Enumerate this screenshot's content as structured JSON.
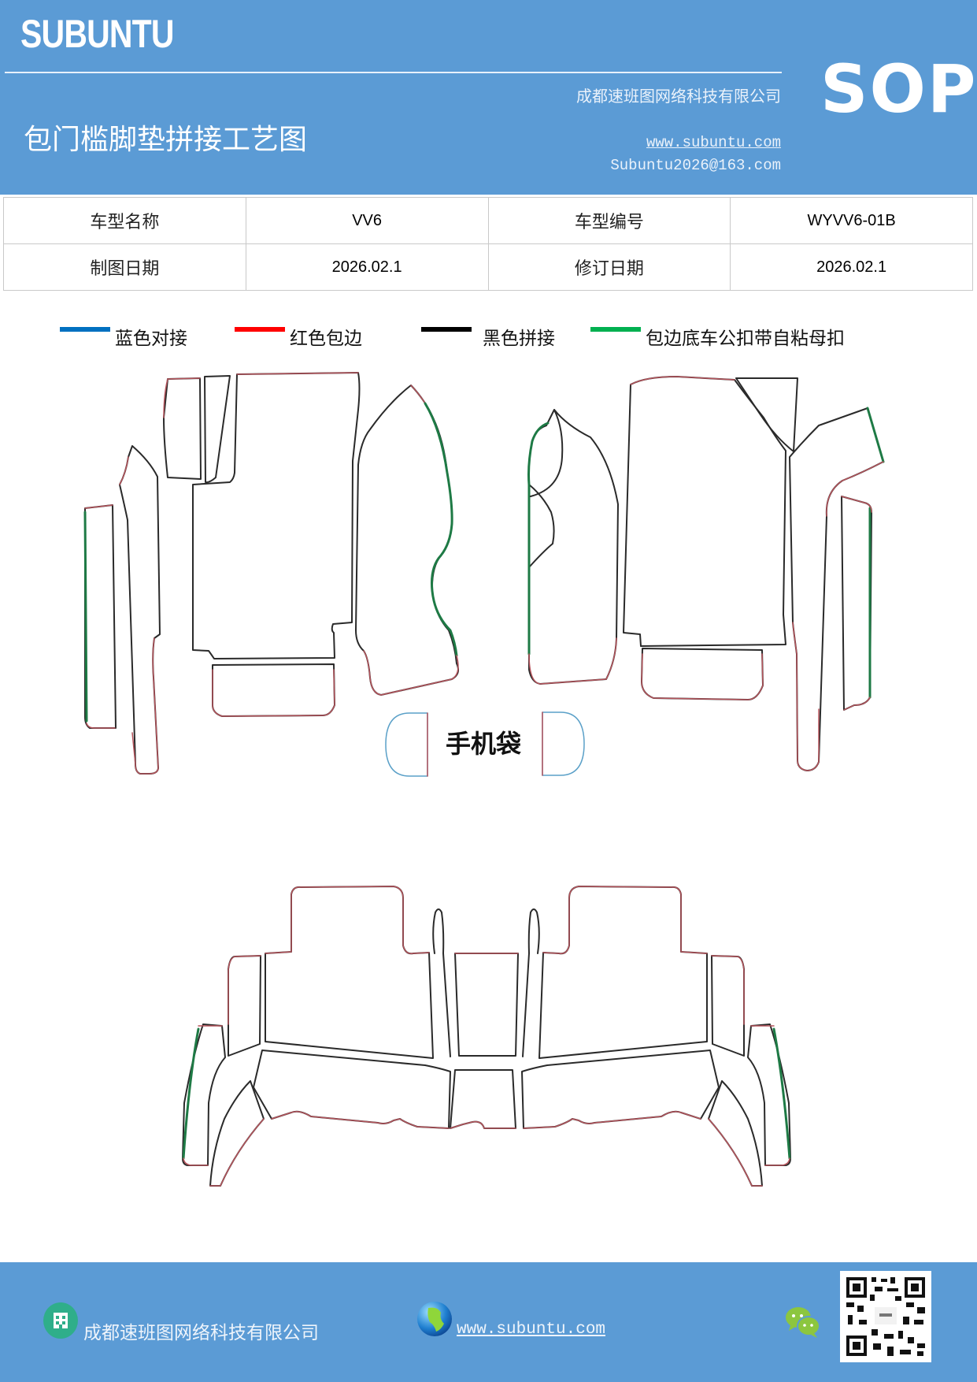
{
  "header": {
    "brand": "SUBUNTU",
    "title": "包门槛脚垫拼接工艺图",
    "company": "成都速班图网络科技有限公司",
    "website": "www.subuntu.com",
    "email": "Subuntu2026@163.com",
    "badge": "SOP"
  },
  "info_table": {
    "rows": [
      [
        {
          "label": "车型名称"
        },
        {
          "value": "VV6"
        },
        {
          "label": "车型编号"
        },
        {
          "value": "WYVV6-01B"
        }
      ],
      [
        {
          "label": "制图日期"
        },
        {
          "value": "2026.02.1"
        },
        {
          "label": "修订日期"
        },
        {
          "value": "2026.02.1"
        }
      ]
    ]
  },
  "legend": [
    {
      "label": "蓝色对接",
      "color": "#0070c0"
    },
    {
      "label": "红色包边",
      "color": "#ff0000"
    },
    {
      "label": "黑色拼接",
      "color": "#000000"
    },
    {
      "label": "包边底车公扣带自粘母扣",
      "color": "#00b050"
    }
  ],
  "diagram": {
    "phone_pocket_label": "手机袋",
    "line_colors": {
      "edge_red": "#b5545c",
      "seam_black": "#2a2a2a",
      "velcro_green": "#1e7a45",
      "butt_blue": "#5aa0c8"
    }
  },
  "footer": {
    "company": "成都速班图网络科技有限公司",
    "website": "www.subuntu.com"
  },
  "colors": {
    "brand_blue": "#5b9bd5"
  }
}
